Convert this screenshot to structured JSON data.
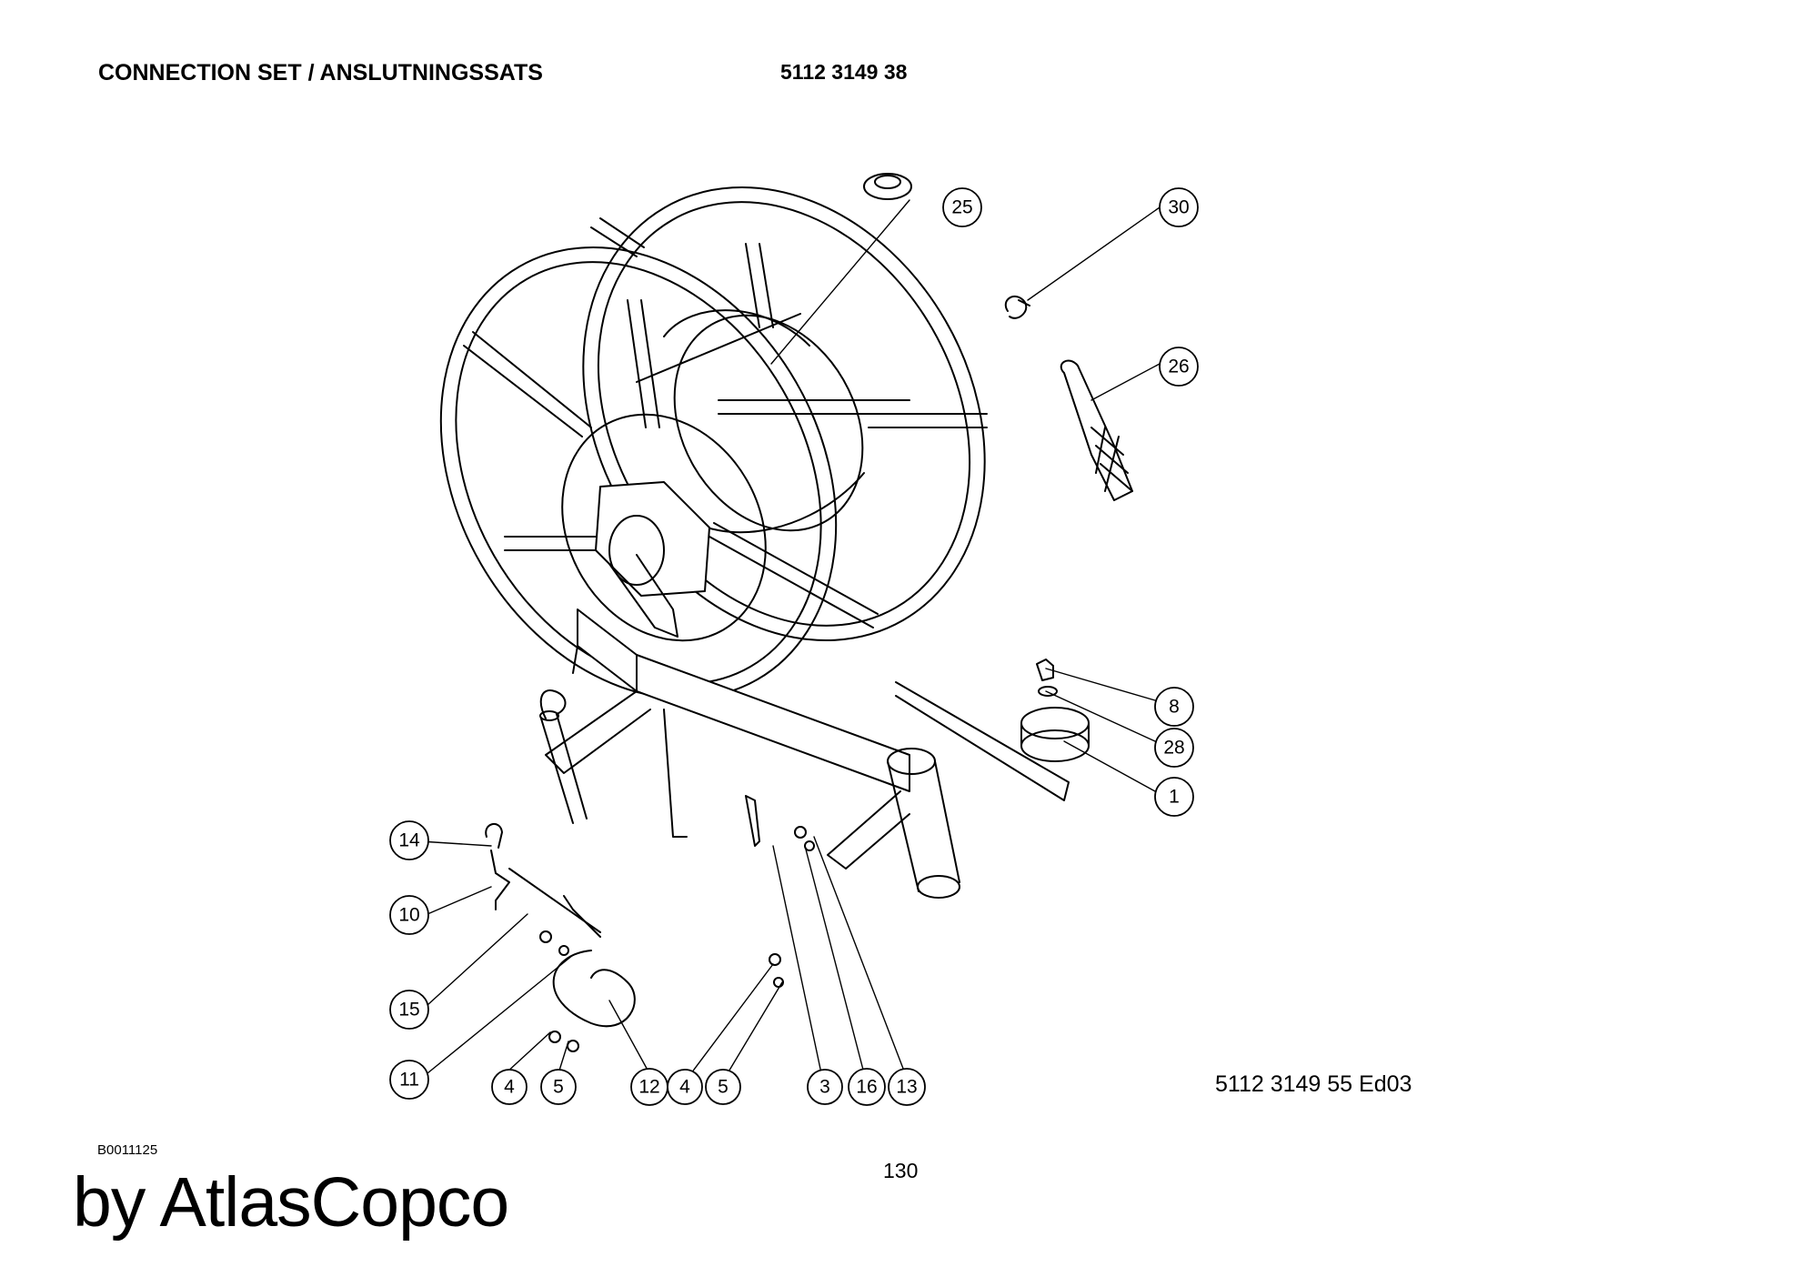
{
  "header": {
    "title": "CONNECTION SET / ANSLUTNINGSSATS",
    "part_number": "5112 3149 38"
  },
  "diagram": {
    "drawing_reference": "5112 3149 55  Ed03",
    "callouts": [
      {
        "id": "c25",
        "label": "25"
      },
      {
        "id": "c30",
        "label": "30"
      },
      {
        "id": "c26",
        "label": "26"
      },
      {
        "id": "c8",
        "label": "8"
      },
      {
        "id": "c28",
        "label": "28"
      },
      {
        "id": "c1",
        "label": "1"
      },
      {
        "id": "c14",
        "label": "14"
      },
      {
        "id": "c10",
        "label": "10"
      },
      {
        "id": "c15",
        "label": "15"
      },
      {
        "id": "c11",
        "label": "11"
      },
      {
        "id": "c4a",
        "label": "4"
      },
      {
        "id": "c5a",
        "label": "5"
      },
      {
        "id": "c12",
        "label": "12"
      },
      {
        "id": "c4b",
        "label": "4"
      },
      {
        "id": "c5b",
        "label": "5"
      },
      {
        "id": "c3",
        "label": "3"
      },
      {
        "id": "c16",
        "label": "16"
      },
      {
        "id": "c13",
        "label": "13"
      }
    ]
  },
  "footer": {
    "doc_code": "B0011125",
    "page_number": "130",
    "brand": "by AtlasCopco"
  }
}
